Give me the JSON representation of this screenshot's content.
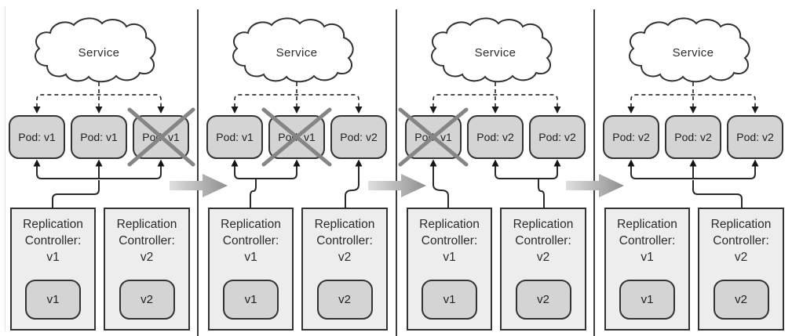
{
  "colors": {
    "pod_fill": "#d4d4d4",
    "controller_fill": "#ededed",
    "template_fill": "#d4d4d4",
    "line": "#333333",
    "cross": "#858585",
    "divider": "#3f3f3f",
    "stage_arrow_start": "#e0e0e0",
    "stage_arrow_end": "#8f8f8f"
  },
  "stage_arrows": {
    "icon": "thick-right-arrow",
    "count": 3,
    "direction": "right"
  },
  "panels": [
    {
      "service": {
        "label": "Service"
      },
      "pods": [
        {
          "label": "Pod: v1",
          "crossed": false
        },
        {
          "label": "Pod: v1",
          "crossed": false
        },
        {
          "label": "Pod: v1",
          "crossed": true
        }
      ],
      "controllers": [
        {
          "line1": "Replication",
          "line2": "Controller:",
          "version": "v1",
          "template": "v1",
          "connects_to_pods": [
            0,
            1,
            2
          ]
        },
        {
          "line1": "Replication",
          "line2": "Controller:",
          "version": "v2",
          "template": "v2",
          "connects_to_pods": []
        }
      ]
    },
    {
      "service": {
        "label": "Service"
      },
      "pods": [
        {
          "label": "Pod: v1",
          "crossed": false
        },
        {
          "label": "Pod: v1",
          "crossed": true
        },
        {
          "label": "Pod: v2",
          "crossed": false
        }
      ],
      "controllers": [
        {
          "line1": "Replication",
          "line2": "Controller:",
          "version": "v1",
          "template": "v1",
          "connects_to_pods": [
            0,
            1
          ]
        },
        {
          "line1": "Replication",
          "line2": "Controller:",
          "version": "v2",
          "template": "v2",
          "connects_to_pods": [
            2
          ]
        }
      ]
    },
    {
      "service": {
        "label": "Service"
      },
      "pods": [
        {
          "label": "Pod: v1",
          "crossed": true
        },
        {
          "label": "Pod: v2",
          "crossed": false
        },
        {
          "label": "Pod: v2",
          "crossed": false
        }
      ],
      "controllers": [
        {
          "line1": "Replication",
          "line2": "Controller:",
          "version": "v1",
          "template": "v1",
          "connects_to_pods": [
            0
          ]
        },
        {
          "line1": "Replication",
          "line2": "Controller:",
          "version": "v2",
          "template": "v2",
          "connects_to_pods": [
            1,
            2
          ]
        }
      ]
    },
    {
      "service": {
        "label": "Service"
      },
      "pods": [
        {
          "label": "Pod: v2",
          "crossed": false
        },
        {
          "label": "Pod: v2",
          "crossed": false
        },
        {
          "label": "Pod: v2",
          "crossed": false
        }
      ],
      "controllers": [
        {
          "line1": "Replication",
          "line2": "Controller:",
          "version": "v1",
          "template": "v1",
          "connects_to_pods": []
        },
        {
          "line1": "Replication",
          "line2": "Controller:",
          "version": "v2",
          "template": "v2",
          "connects_to_pods": [
            0,
            1,
            2
          ]
        }
      ]
    }
  ]
}
